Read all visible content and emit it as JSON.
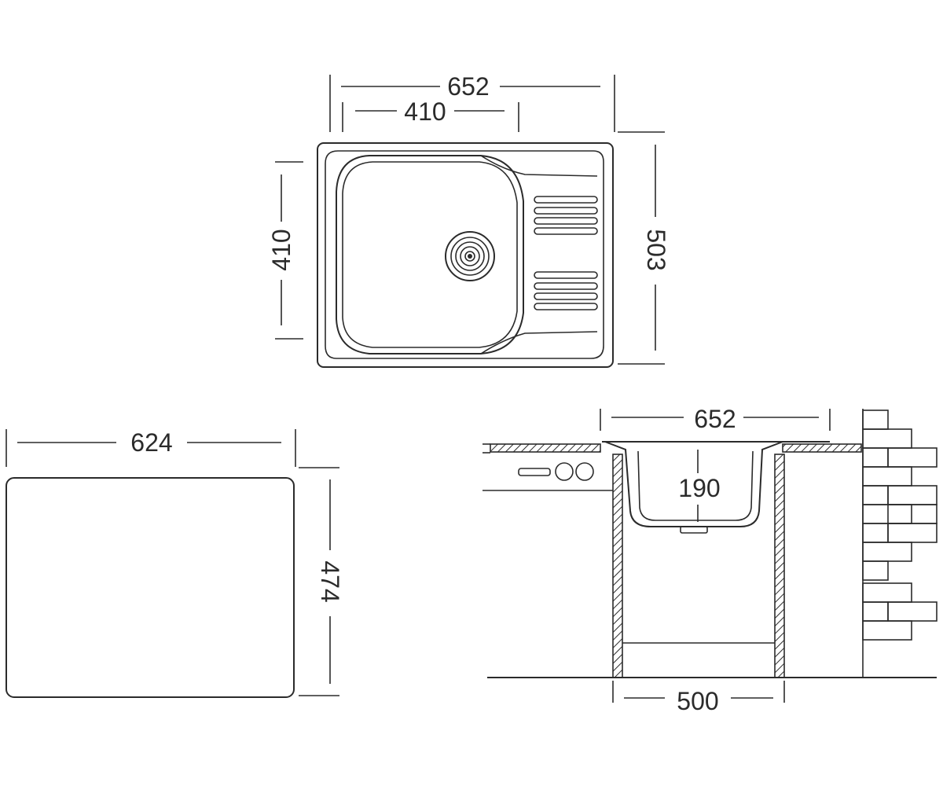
{
  "top_view": {
    "width_outer": "652",
    "width_bowl": "410",
    "height_bowl": "410",
    "height_outer": "503"
  },
  "cutout_view": {
    "width": "624",
    "height": "474"
  },
  "section_view": {
    "width_top": "652",
    "depth": "190",
    "cabinet_width": "500"
  }
}
